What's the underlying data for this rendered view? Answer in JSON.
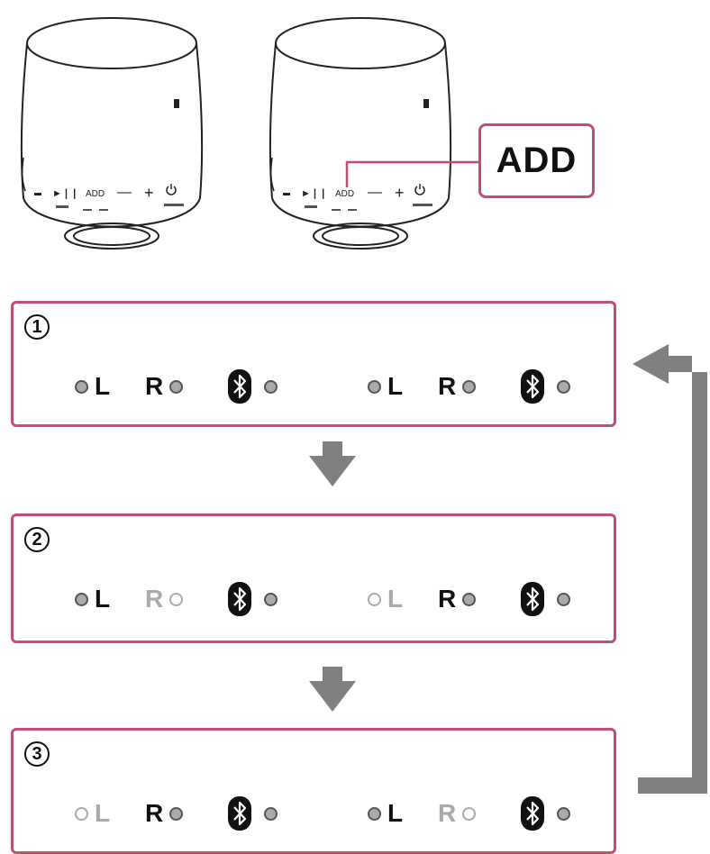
{
  "callout": {
    "label": "ADD"
  },
  "speaker_button_labels": {
    "play": "►❘❘",
    "add": "ADD",
    "minus": "—",
    "plus": "+"
  },
  "indicator_labels": {
    "left": "L",
    "right": "R"
  },
  "steps": [
    {
      "number": "1",
      "speakers": [
        {
          "L": "on",
          "R": "on",
          "bt": "on"
        },
        {
          "L": "on",
          "R": "on",
          "bt": "on"
        }
      ]
    },
    {
      "number": "2",
      "speakers": [
        {
          "L": "on",
          "R": "off",
          "bt": "on"
        },
        {
          "L": "off",
          "R": "on",
          "bt": "on"
        }
      ]
    },
    {
      "number": "3",
      "speakers": [
        {
          "L": "off",
          "R": "on",
          "bt": "on"
        },
        {
          "L": "on",
          "R": "off",
          "bt": "on"
        }
      ]
    }
  ],
  "colors": {
    "frame": "#c0506e",
    "arrow": "#808080",
    "led_on": "#aaaaaa",
    "led_off": "#ffffff",
    "text": "#111111",
    "text_off": "#aaaaaa"
  },
  "icons": {
    "bluetooth": "bluetooth-icon",
    "down_arrow": "arrow-down-icon",
    "loop_arrow": "loop-back-arrow-icon",
    "power": "power-icon"
  }
}
